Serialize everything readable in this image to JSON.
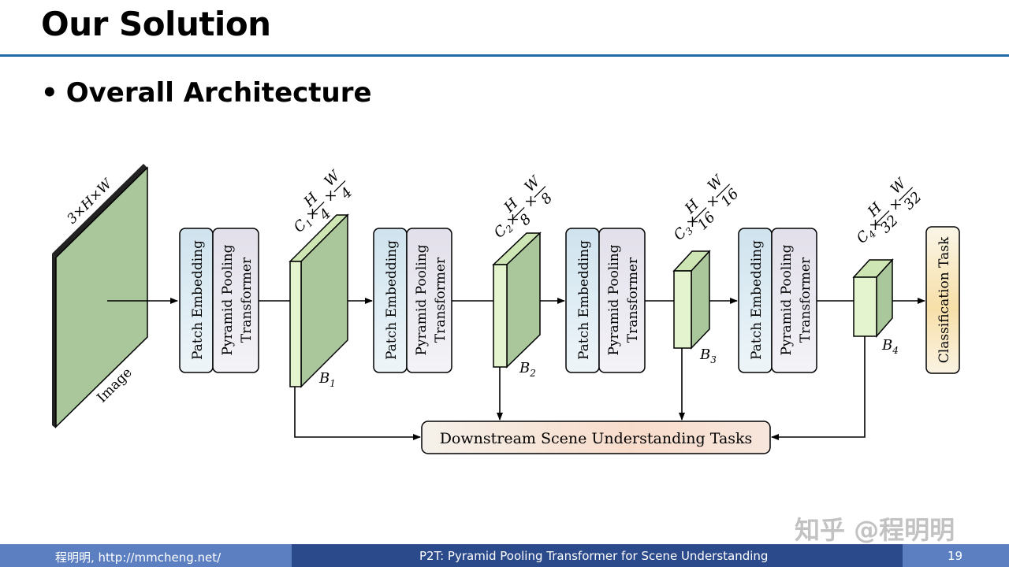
{
  "slide": {
    "title": "Our Solution",
    "bullet": "Overall Architecture",
    "page_number": "19"
  },
  "diagram": {
    "image_dims": "3×H×W",
    "image_label": "Image",
    "stage_labels": {
      "patch": "Patch Embedding",
      "pool_1": "Pyramid Pooling",
      "pool_2": "Transformer"
    },
    "features": [
      {
        "c": "C",
        "sub": "1",
        "d": "4",
        "block": "B",
        "bsub": "1"
      },
      {
        "c": "C",
        "sub": "2",
        "d": "8",
        "block": "B",
        "bsub": "2"
      },
      {
        "c": "C",
        "sub": "3",
        "d": "16",
        "block": "B",
        "bsub": "3"
      },
      {
        "c": "C",
        "sub": "4",
        "d": "32",
        "block": "B",
        "bsub": "4"
      }
    ],
    "dim_h": "H",
    "dim_w": "W",
    "times": "×",
    "classification": "Classification Task",
    "downstream": "Downstream Scene Understanding Tasks",
    "colors": {
      "feature_green": "#b8d99a",
      "feature_front": "#e3f4cf",
      "image_green": "#a9c79a",
      "patch_fill": "#dceaf2",
      "pool_fill": "#e8e6ee"
    }
  },
  "footer": {
    "author": "程明明, http://mmcheng.net/",
    "paper": "P2T: Pyramid Pooling Transformer for Scene Understanding"
  },
  "watermark": "知乎 @程明明"
}
